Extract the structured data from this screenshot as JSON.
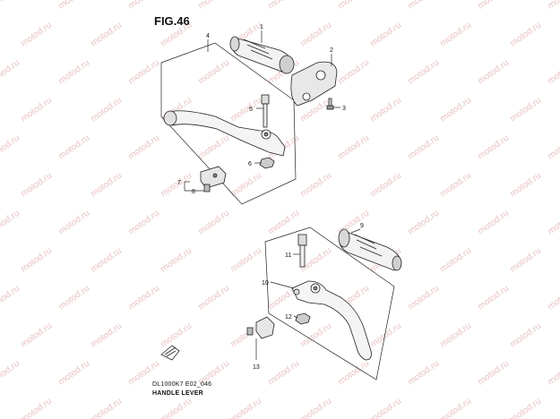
{
  "figure": {
    "title": "FIG.46"
  },
  "caption": {
    "code": "DL1000K7 E02_046",
    "name": "HANDLE LEVER"
  },
  "watermark": {
    "text": "motod.ru"
  },
  "callouts": [
    "1",
    "2",
    "3",
    "4",
    "5",
    "6",
    "7",
    "8",
    "9",
    "10",
    "11",
    "12",
    "13"
  ],
  "colors": {
    "ink": "#222222",
    "watermark": "#e9c3c3",
    "background": "#ffffff"
  }
}
